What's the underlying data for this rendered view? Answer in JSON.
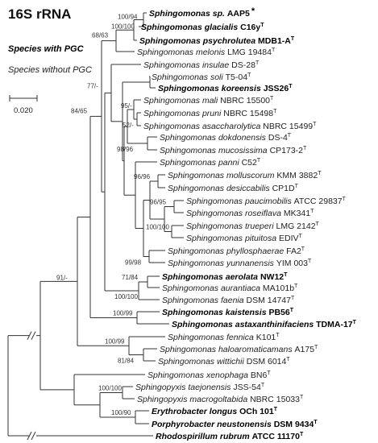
{
  "title": "16S rRNA",
  "legend": {
    "with_pgc": "Species with PGC",
    "without_pgc": "Species without PGC"
  },
  "scale_bar": {
    "label": "0.020"
  },
  "taxa": [
    {
      "genus": "Sphingomonas",
      "epithet": "sp.",
      "strain": "AAP5",
      "type": false,
      "bold": true,
      "star": true
    },
    {
      "genus": "Sphingomonas",
      "epithet": "glacialis",
      "strain": "C16y",
      "type": true,
      "bold": true
    },
    {
      "genus": "Sphingomonas",
      "epithet": "psychrolutea",
      "strain": "MDB1-A",
      "type": true,
      "bold": true
    },
    {
      "genus": "Sphingomonas",
      "epithet": "melonis",
      "strain": "LMG 19484",
      "type": true,
      "bold": false
    },
    {
      "genus": "Sphingomonas",
      "epithet": "insulae",
      "strain": "DS-28",
      "type": true,
      "bold": false
    },
    {
      "genus": "Sphingomonas",
      "epithet": "soli",
      "strain": "T5-04",
      "type": true,
      "bold": false
    },
    {
      "genus": "Sphingomonas",
      "epithet": "koreensis",
      "strain": "JSS26",
      "type": true,
      "bold": true
    },
    {
      "genus": "Sphingomonas",
      "epithet": "mali",
      "strain": "NBRC 15500",
      "type": true,
      "bold": false
    },
    {
      "genus": "Sphingomonas",
      "epithet": "pruni",
      "strain": "NBRC 15498",
      "type": true,
      "bold": false
    },
    {
      "genus": "Sphingomonas",
      "epithet": "asaccharolytica",
      "strain": "NBRC 15499",
      "type": true,
      "bold": false
    },
    {
      "genus": "Sphingomonas",
      "epithet": "dokdonensis",
      "strain": "DS-4",
      "type": true,
      "bold": false
    },
    {
      "genus": "Sphingomonas",
      "epithet": "mucosissima",
      "strain": "CP173-2",
      "type": true,
      "bold": false
    },
    {
      "genus": "Sphingomonas",
      "epithet": "panni",
      "strain": "C52",
      "type": true,
      "bold": false
    },
    {
      "genus": "Sphingomonas",
      "epithet": "molluscorum",
      "strain": "KMM 3882",
      "type": true,
      "bold": false
    },
    {
      "genus": "Sphingomonas",
      "epithet": "desiccabilis",
      "strain": "CP1D",
      "type": true,
      "bold": false
    },
    {
      "genus": "Sphingomonas",
      "epithet": "paucimobilis",
      "strain": "ATCC 29837",
      "type": true,
      "bold": false
    },
    {
      "genus": "Sphingomonas",
      "epithet": "roseiflava",
      "strain": "MK341",
      "type": true,
      "bold": false
    },
    {
      "genus": "Sphingomonas",
      "epithet": "trueperi",
      "strain": "LMG 2142",
      "type": true,
      "bold": false
    },
    {
      "genus": "Sphingomonas",
      "epithet": "pituitosa",
      "strain": "EDIV",
      "type": true,
      "bold": false
    },
    {
      "genus": "Sphingomonas",
      "epithet": "phyllosphaerae",
      "strain": "FA2",
      "type": true,
      "bold": false
    },
    {
      "genus": "Sphingomonas",
      "epithet": "yunnanensis",
      "strain": "YIM 003",
      "type": true,
      "bold": false
    },
    {
      "genus": "Sphingomonas",
      "epithet": "aerolata",
      "strain": "NW12",
      "type": true,
      "bold": true
    },
    {
      "genus": "Sphingomonas",
      "epithet": "aurantiaca",
      "strain": "MA101b",
      "type": true,
      "bold": false
    },
    {
      "genus": "Sphingomonas",
      "epithet": "faenia",
      "strain": "DSM 14747",
      "type": true,
      "bold": false
    },
    {
      "genus": "Sphingomonas",
      "epithet": "kaistensis",
      "strain": "PB56",
      "type": true,
      "bold": true
    },
    {
      "genus": "Sphingomonas",
      "epithet": "astaxanthinifaciens",
      "strain": "TDMA-17",
      "type": true,
      "bold": true
    },
    {
      "genus": "Sphingomonas",
      "epithet": "fennica",
      "strain": "K101",
      "type": true,
      "bold": false
    },
    {
      "genus": "Sphingomonas",
      "epithet": "haloaromaticamans",
      "strain": "A175",
      "type": true,
      "bold": false
    },
    {
      "genus": "Sphingomonas",
      "epithet": "wittichii",
      "strain": "DSM 6014",
      "type": true,
      "bold": false
    },
    {
      "genus": "Sphingomonas",
      "epithet": "xenophaga",
      "strain": "BN6",
      "type": true,
      "bold": false
    },
    {
      "genus": "Sphingopyxis",
      "epithet": "taejonensis",
      "strain": "JSS-54",
      "type": true,
      "bold": false
    },
    {
      "genus": "Sphingopyxis",
      "epithet": "macrogoltabida",
      "strain": "NBRC 15033",
      "type": true,
      "bold": false
    },
    {
      "genus": "Erythrobacter",
      "epithet": "longus",
      "strain": "OCh 101",
      "type": true,
      "bold": true
    },
    {
      "genus": "Porphyrobacter",
      "epithet": "neustonensis",
      "strain": "DSM 9434",
      "type": true,
      "bold": true
    },
    {
      "genus": "Rhodospirillum",
      "epithet": "rubrum",
      "strain": "ATCC 11170",
      "type": true,
      "bold": true
    }
  ],
  "bootstrap": {
    "n_aap5_glacialis": "100/94",
    "n_aap5_psych": "100/100",
    "n_top4": "68/63",
    "n_mali_pruni": "95/-",
    "n_mali_asac": "52/-",
    "n_dokdo_muco": "98/96",
    "n_moll_des": "96/96",
    "n_pauc_rose": "96/95",
    "n_true_pitu": "100/100",
    "n_phyl_yunn": "99/98",
    "n_big_clade": "77/-",
    "n_aer_aur": "71/84",
    "n_aer_faenia": "100/100",
    "n_upper": "84/65",
    "n_kai_ast": "100/99",
    "n_sphingomonas": "91/-",
    "n_fen_halo": "100/99",
    "n_fen_witt": "81/84",
    "n_pyxis": "100/100",
    "n_ery_por": "100/90"
  }
}
